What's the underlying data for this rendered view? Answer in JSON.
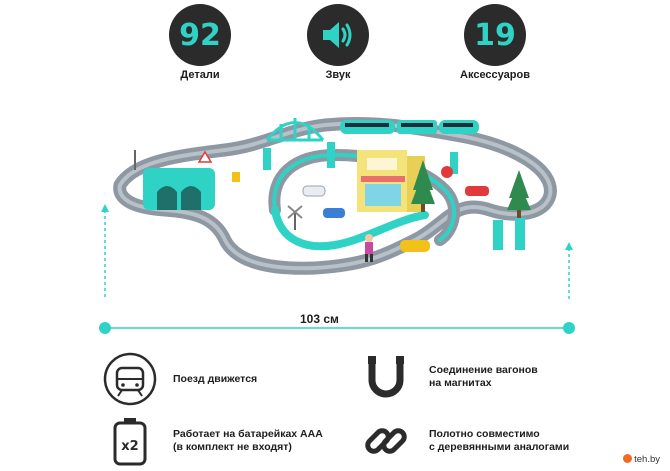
{
  "stats": [
    {
      "value": "92",
      "label": "Детали"
    },
    {
      "value": "",
      "icon": "speaker-icon",
      "label": "Звук"
    },
    {
      "value": "19",
      "label": "Аксессуаров"
    }
  ],
  "dimension": "103 см",
  "features": {
    "train": {
      "line1": "Поезд движется",
      "line2": "",
      "icon": "train-icon"
    },
    "magnet": {
      "line1": "Соединение вагонов",
      "line2": "на магнитах",
      "icon": "magnet-icon"
    },
    "battery": {
      "line1": "Работает на батарейках ААА",
      "line2": "(в комплект не входят)",
      "icon": "battery-x2-icon",
      "badge": "x2"
    },
    "compat": {
      "line1": "Полотно совместимо",
      "line2": "с деревянными аналогами",
      "icon": "chain-link-icon"
    }
  },
  "watermark": "teh.by",
  "colors": {
    "accent": "#2fd3c6",
    "dark": "#2b2b2b",
    "track": "#8e98a3"
  }
}
